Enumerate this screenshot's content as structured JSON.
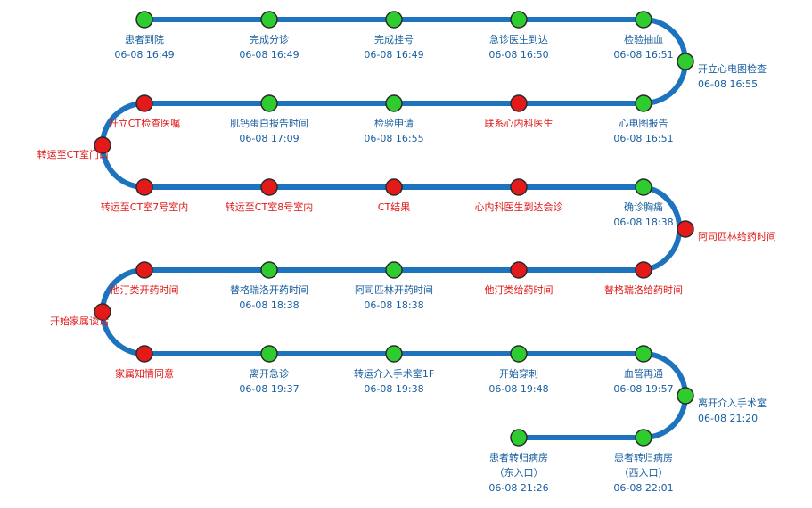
{
  "colors": {
    "track": "#1e73be",
    "done": "#2ecc2e",
    "pending": "#e41a1a",
    "done_text": "#1a5fa0",
    "pending_text": "#e01818"
  },
  "steps": [
    {
      "label": "患者到院",
      "time": "06-08 16:49",
      "status": "done"
    },
    {
      "label": "完成分诊",
      "time": "06-08 16:49",
      "status": "done"
    },
    {
      "label": "完成挂号",
      "time": "06-08 16:49",
      "status": "done"
    },
    {
      "label": "急诊医生到达",
      "time": "06-08 16:50",
      "status": "done"
    },
    {
      "label": "检验抽血",
      "time": "06-08 16:51",
      "status": "done"
    },
    {
      "label": "开立心电图检查",
      "time": "06-08 16:55",
      "status": "done"
    },
    {
      "label": "心电图报告",
      "time": "06-08 16:51",
      "status": "done"
    },
    {
      "label": "联系心内科医生",
      "time": "",
      "status": "pending"
    },
    {
      "label": "检验申请",
      "time": "06-08 16:55",
      "status": "done"
    },
    {
      "label": "肌钙蛋白报告时间",
      "time": "06-08 17:09",
      "status": "done"
    },
    {
      "label": "开立CT检查医嘱",
      "time": "",
      "status": "pending"
    },
    {
      "label": "转运至CT室门口",
      "time": "",
      "status": "pending"
    },
    {
      "label": "转运至CT室7号室内",
      "time": "",
      "status": "pending"
    },
    {
      "label": "转运至CT室8号室内",
      "time": "",
      "status": "pending"
    },
    {
      "label": "CT结果",
      "time": "",
      "status": "pending"
    },
    {
      "label": "心内科医生到达会诊",
      "time": "",
      "status": "pending"
    },
    {
      "label": "确诊胸痛",
      "time": "06-08 18:38",
      "status": "done"
    },
    {
      "label": "阿司匹林给药时间",
      "time": "",
      "status": "pending"
    },
    {
      "label": "替格瑞洛给药时间",
      "time": "",
      "status": "pending"
    },
    {
      "label": "他汀类给药时间",
      "time": "",
      "status": "pending"
    },
    {
      "label": "阿司匹林开药时间",
      "time": "06-08 18:38",
      "status": "done"
    },
    {
      "label": "替格瑞洛开药时间",
      "time": "06-08 18:38",
      "status": "done"
    },
    {
      "label": "他汀类开药时间",
      "time": "",
      "status": "pending"
    },
    {
      "label": "开始家属谈话",
      "time": "",
      "status": "pending"
    },
    {
      "label": "家属知情同意",
      "time": "",
      "status": "pending"
    },
    {
      "label": "离开急诊",
      "time": "06-08 19:37",
      "status": "done"
    },
    {
      "label": "转运介入手术室1F",
      "time": "06-08 19:38",
      "status": "done"
    },
    {
      "label": "开始穿刺",
      "time": "06-08 19:48",
      "status": "done"
    },
    {
      "label": "血管再通",
      "time": "06-08 19:57",
      "status": "done"
    },
    {
      "label": "离开介入手术室",
      "time": "06-08 21:20",
      "status": "done"
    },
    {
      "label": "患者转归病房",
      "sub": "（西入口）",
      "time": "06-08 22:01",
      "status": "done"
    },
    {
      "label": "患者转归病房",
      "sub": "（东入口）",
      "time": "06-08 21:26",
      "status": "done"
    }
  ]
}
